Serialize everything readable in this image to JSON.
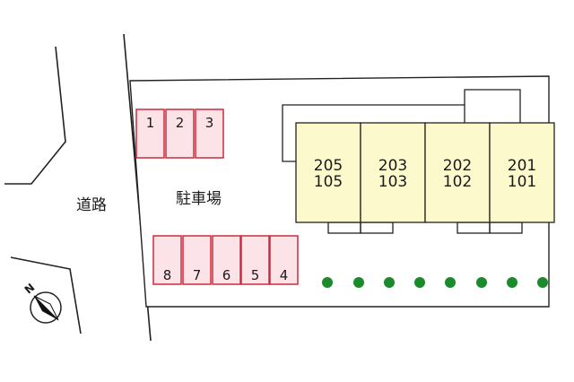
{
  "labels": {
    "road": "道路",
    "parking": "駐車場",
    "compass_north": "N"
  },
  "parking_spaces_top": [
    "1",
    "2",
    "3"
  ],
  "parking_spaces_bottom": [
    "8",
    "7",
    "6",
    "5",
    "4"
  ],
  "units": [
    {
      "upper": "205",
      "lower": "105"
    },
    {
      "upper": "203",
      "lower": "103"
    },
    {
      "upper": "202",
      "lower": "102"
    },
    {
      "upper": "201",
      "lower": "101"
    }
  ],
  "colors": {
    "parking_fill": "#fbe3e8",
    "parking_stroke": "#cc2a3c",
    "building_fill": "#fcfacd",
    "tree": "#1a8a2a",
    "line": "#222222"
  }
}
